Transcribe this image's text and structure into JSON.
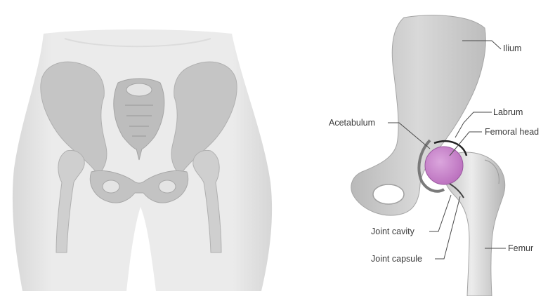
{
  "labels": {
    "ilium": "Ilium",
    "labrum": "Labrum",
    "acetabulum": "Acetabulum",
    "femoral_head": "Femoral head",
    "joint_cavity": "Joint cavity",
    "joint_capsule": "Joint capsule",
    "femur": "Femur"
  },
  "colors": {
    "body": "#e6e6e6",
    "bone": "#c9c9c9",
    "bone_light": "#d6d6d6",
    "bone_shadow": "#a9a9a9",
    "cartilage": "#c77ec9",
    "leader": "#4a4a4a",
    "text": "#3a3a3a"
  }
}
